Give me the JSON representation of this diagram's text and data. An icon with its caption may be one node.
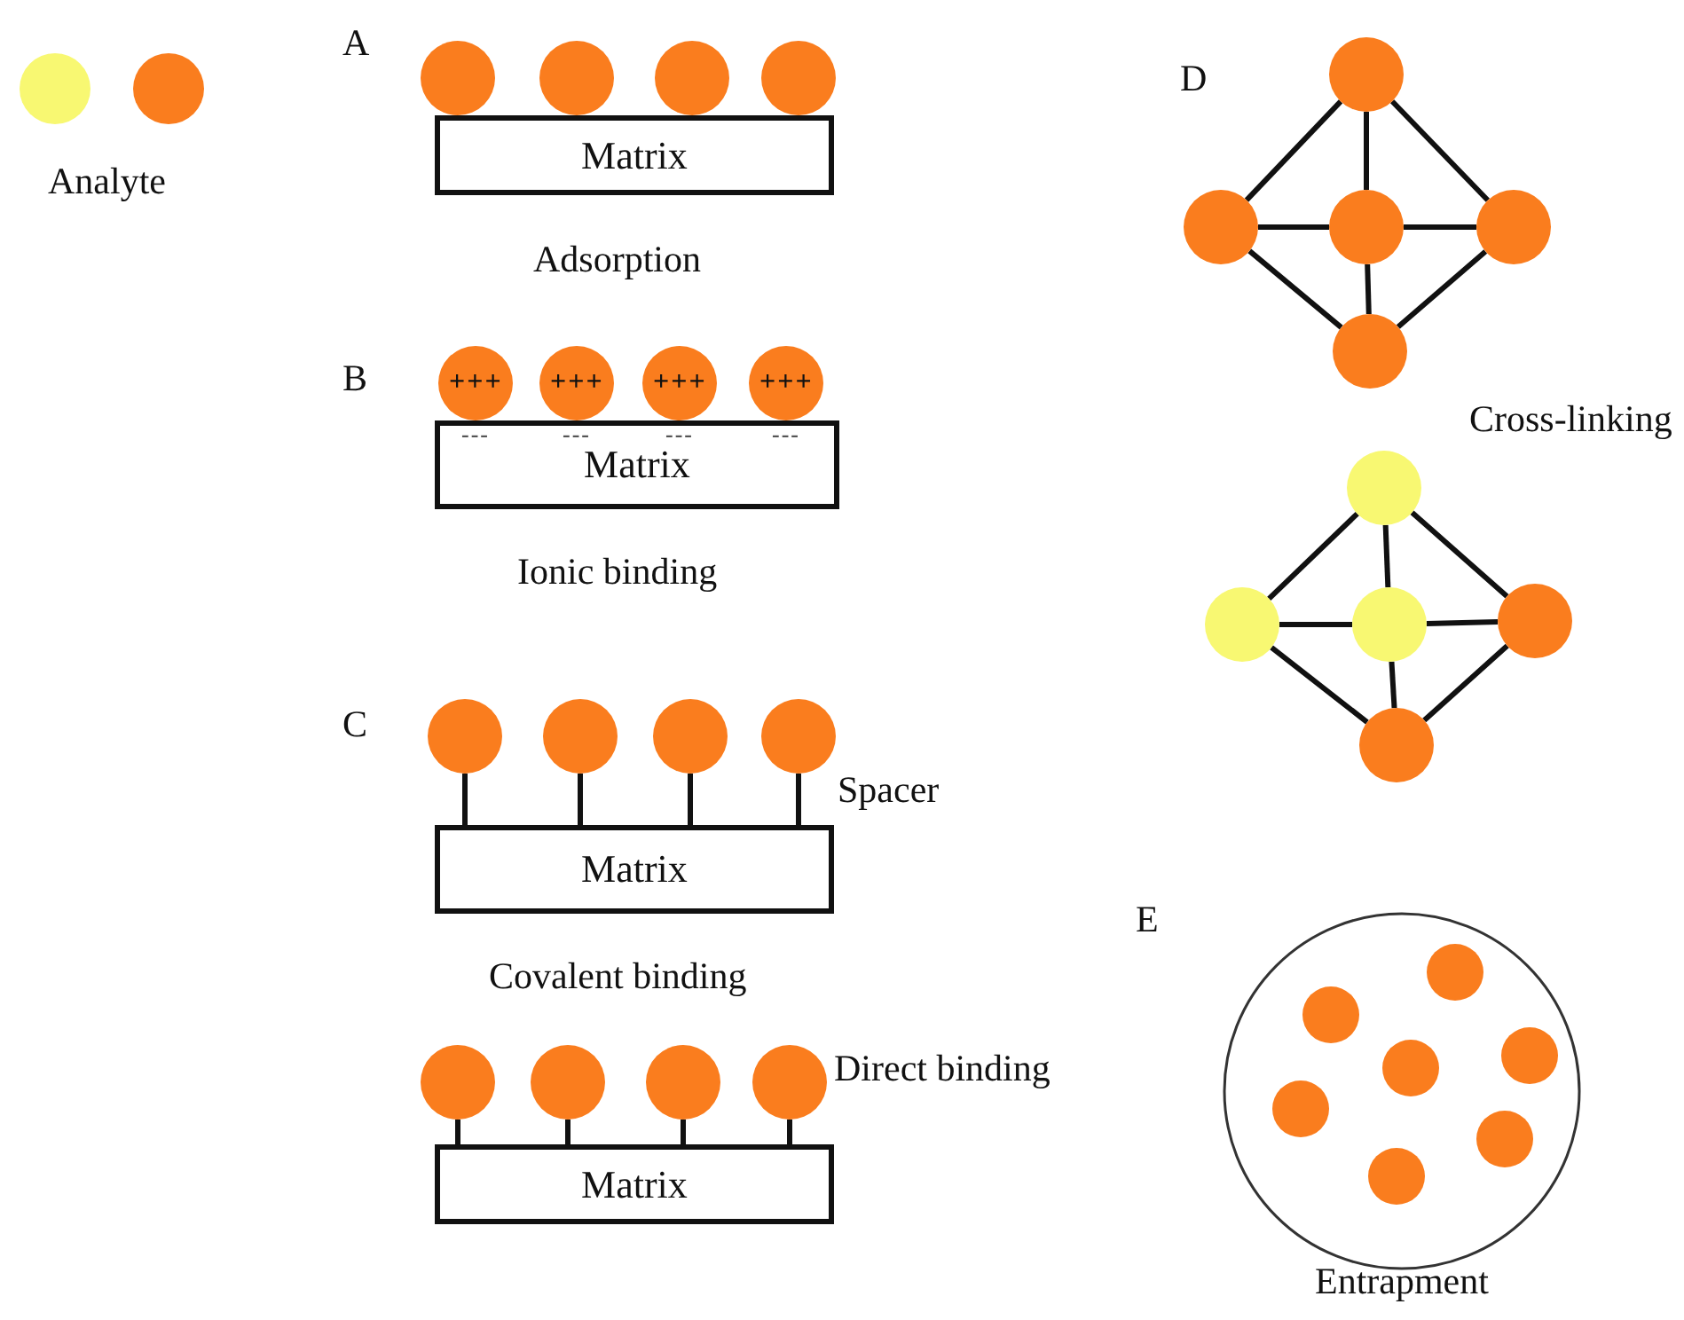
{
  "diagram": {
    "nodes": [
      {
        "text": [
          "Matrix"
        ]
      },
      {
        "text": [
          "Matrix"
        ]
      },
      {
        "text": [
          "Matrix"
        ]
      },
      {
        "text": [
          "Matrix"
        ]
      },
      {
        "text": [],
        "shape": "circle"
      },
      {
        "text": [],
        "shape": "circle"
      },
      {
        "text": [],
        "shape": "circle"
      },
      {
        "text": [],
        "shape": "circle"
      },
      {
        "text": [],
        "shape": "circle"
      },
      {
        "text": [],
        "shape": "circle"
      },
      {
        "text": [],
        "shape": "circle"
      },
      {
        "text": [],
        "shape": "circle"
      },
      {
        "text": [],
        "shape": "circle"
      },
      {
        "text": [],
        "shape": "circle"
      },
      {
        "text": [],
        "shape": "circle"
      },
      {
        "text": [],
        "shape": "circle"
      },
      {
        "text": [],
        "shape": "circle"
      },
      {
        "text": [],
        "shape": "circle"
      },
      {
        "text": [],
        "shape": "circle"
      },
      {
        "text": [],
        "shape": "circle"
      },
      {
        "text": [],
        "shape": "circle"
      },
      {
        "text": [],
        "shape": "circle"
      }
    ],
    "edges": [
      {
        "from": 4,
        "to": 2,
        "arrow": "none"
      },
      {
        "from": 5,
        "to": 2,
        "arrow": "none"
      },
      {
        "from": 6,
        "to": 2,
        "arrow": "none"
      },
      {
        "from": 7,
        "to": 2,
        "arrow": "none"
      },
      {
        "from": 8,
        "to": 3,
        "arrow": "none"
      },
      {
        "from": 9,
        "to": 3,
        "arrow": "none"
      },
      {
        "from": 10,
        "to": 3,
        "arrow": "none"
      },
      {
        "from": 11,
        "to": 3,
        "arrow": "none"
      },
      {
        "from": 12,
        "to": 13,
        "arrow": "none"
      },
      {
        "from": 12,
        "to": 14,
        "arrow": "none"
      },
      {
        "from": 12,
        "to": 15,
        "arrow": "none"
      },
      {
        "from": 13,
        "to": 14,
        "arrow": "none"
      },
      {
        "from": 14,
        "to": 15,
        "arrow": "none"
      },
      {
        "from": 13,
        "to": 16,
        "arrow": "none"
      },
      {
        "from": 14,
        "to": 16,
        "arrow": "none"
      },
      {
        "from": 15,
        "to": 16,
        "arrow": "none"
      },
      {
        "from": 17,
        "to": 18,
        "arrow": "none"
      },
      {
        "from": 17,
        "to": 19,
        "arrow": "none"
      },
      {
        "from": 17,
        "to": 20,
        "arrow": "none"
      },
      {
        "from": 18,
        "to": 19,
        "arrow": "none"
      },
      {
        "from": 19,
        "to": 20,
        "arrow": "none"
      },
      {
        "from": 18,
        "to": 21,
        "arrow": "none"
      },
      {
        "from": 19,
        "to": 21,
        "arrow": "none"
      },
      {
        "from": 20,
        "to": 21,
        "arrow": "none"
      }
    ],
    "labels": [
      "Analyte",
      "A",
      "D",
      "Adsorption",
      "B",
      "+++",
      "+++",
      "+++",
      "+++",
      "---",
      "---",
      "---",
      "---",
      "Cross-linking",
      "Ionic binding",
      "C",
      "Spacer",
      "Covalent binding",
      "E",
      "Direct binding",
      "Entrapment"
    ]
  }
}
